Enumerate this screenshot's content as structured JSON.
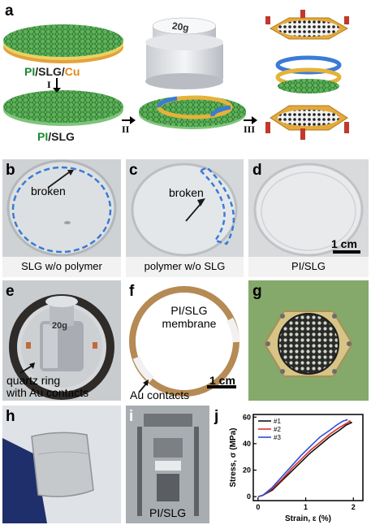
{
  "panel_a": {
    "letter": "a",
    "material_top": [
      "PI",
      "/",
      "SLG",
      "/",
      "Cu"
    ],
    "material_bottom": [
      "PI",
      "/",
      "SLG"
    ],
    "weight_label": "20g",
    "steps": [
      "I",
      "II",
      "III"
    ]
  },
  "panel_b": {
    "letter": "b",
    "annotation": "broken",
    "caption": "SLG w/o polymer"
  },
  "panel_c": {
    "letter": "c",
    "annotation": "broken",
    "caption": "polymer w/o SLG"
  },
  "panel_d": {
    "letter": "d",
    "scale": "1 cm",
    "caption": "PI/SLG"
  },
  "panel_e": {
    "letter": "e",
    "weight_label": "20g",
    "caption_line1": "quartz ring",
    "caption_line2": "with Au contacts"
  },
  "panel_f": {
    "letter": "f",
    "label_line1": "PI/SLG",
    "label_line2": "membrane",
    "scale": "1 cm",
    "caption": "Au contacts"
  },
  "panel_g": {
    "letter": "g"
  },
  "panel_h": {
    "letter": "h"
  },
  "panel_i": {
    "letter": "i",
    "caption": "PI/SLG"
  },
  "panel_j": {
    "letter": "j"
  },
  "chart_data": {
    "type": "line",
    "title": "",
    "xlabel": "Strain, ε (%)",
    "ylabel": "Stress, σ (MPa)",
    "xlim": [
      -0.1,
      2.2
    ],
    "ylim": [
      -3,
      62
    ],
    "xticks": [
      0,
      1,
      2
    ],
    "yticks": [
      0,
      20,
      40,
      60
    ],
    "legend": "top-left",
    "series": [
      {
        "name": "#1",
        "color": "#111111",
        "x": [
          0,
          0.1,
          0.3,
          0.5,
          0.7,
          0.9,
          1.1,
          1.3,
          1.5,
          1.7,
          1.85,
          1.97,
          1.93
        ],
        "y": [
          0,
          1,
          5,
          12,
          19,
          26,
          33,
          39,
          45,
          50,
          54,
          56,
          56
        ]
      },
      {
        "name": "#2",
        "color": "#d9302c",
        "x": [
          0,
          0.1,
          0.3,
          0.5,
          0.7,
          0.9,
          1.1,
          1.3,
          1.5,
          1.7,
          1.84,
          1.94,
          1.9
        ],
        "y": [
          0,
          1,
          6,
          13,
          21,
          28,
          35,
          41,
          47,
          52,
          55,
          57,
          57
        ]
      },
      {
        "name": "#3",
        "color": "#2c4fd9",
        "x": [
          0,
          0.1,
          0.3,
          0.5,
          0.7,
          0.9,
          1.1,
          1.3,
          1.5,
          1.65,
          1.78,
          1.88,
          1.84
        ],
        "y": [
          0,
          1,
          7,
          15,
          23,
          31,
          38,
          45,
          50,
          54,
          57,
          58,
          58
        ]
      }
    ]
  }
}
